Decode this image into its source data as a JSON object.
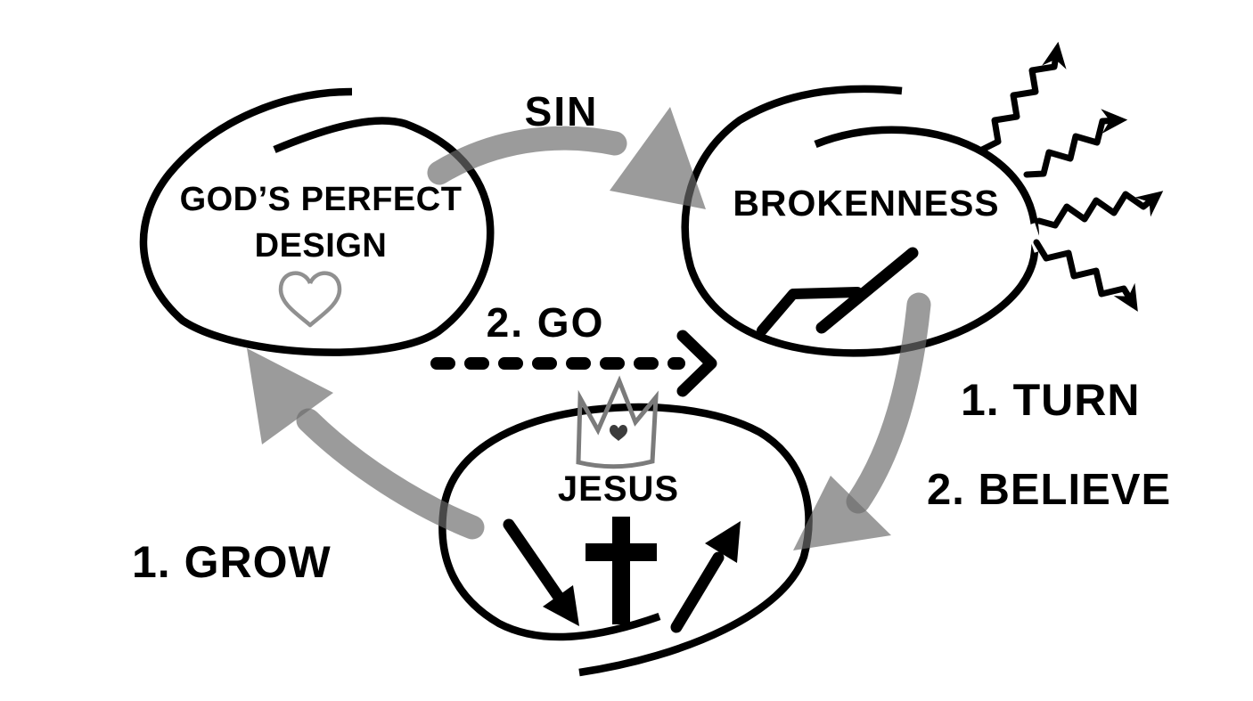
{
  "circles": {
    "design": {
      "line1": "GOD’S PERFECT",
      "line2": "DESIGN",
      "icon": "heart-outline-icon"
    },
    "brokenness": {
      "label": "BROKENNESS",
      "icon": "broken-stick-icon"
    },
    "jesus": {
      "label": "JESUS",
      "icons": [
        "crown-icon",
        "cross-icon",
        "came-down-arrow-icon",
        "rose-up-arrow-icon"
      ]
    }
  },
  "arrows": {
    "sin": {
      "label": "SIN"
    },
    "go": {
      "label": "2. GO"
    },
    "turn": {
      "label": "1. TURN"
    },
    "believe": {
      "label": "2. BELIEVE"
    },
    "grow": {
      "label": "1. GROW"
    }
  },
  "colors": {
    "ink": "#000000",
    "brush_gray": "#9b9b9b",
    "crown_gray": "#7b7b7b",
    "heart_outline_gray": "#909090",
    "background": "#ffffff"
  }
}
